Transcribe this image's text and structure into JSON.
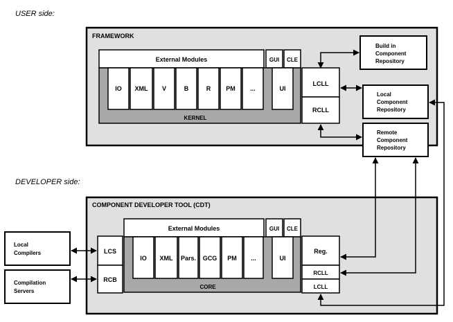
{
  "user_side_label": "USER side:",
  "developer_side_label": "DEVELOPER side:",
  "framework": {
    "title": "FRAMEWORK",
    "external_modules": "External Modules",
    "gui": "GUI",
    "cle": "CLE",
    "modules": [
      "IO",
      "XML",
      "V",
      "B",
      "R",
      "PM",
      "..."
    ],
    "ui": "UI",
    "kernel": "KERNEL",
    "lcll": "LCLL",
    "rcll": "RCLL"
  },
  "repositories": {
    "build_in": [
      "Build in",
      "Component",
      "Repository"
    ],
    "local": [
      "Local",
      "Component",
      "Repository"
    ],
    "remote": [
      "Remote",
      "Component",
      "Repository"
    ]
  },
  "cdt": {
    "title": "COMPONENT DEVELOPER TOOL (CDT)",
    "external_modules": "External Modules",
    "gui": "GUI",
    "cle": "CLE",
    "modules": [
      "IO",
      "XML",
      "Pars.",
      "GCG",
      "PM",
      "..."
    ],
    "ui": "UI",
    "core": "CORE",
    "lcs": "LCS",
    "rcb": "RCB",
    "reg": "Reg.",
    "rcll": "RCLL",
    "lcll": "LCLL"
  },
  "external_tools": {
    "local_compilers": [
      "Local",
      "Compilers"
    ],
    "compilation_servers": [
      "Compilation",
      "Servers"
    ]
  },
  "colors": {
    "panel": "#e0e0e0",
    "kernel": "#a8a8a8",
    "box": "#ffffff",
    "stroke": "#000000"
  }
}
